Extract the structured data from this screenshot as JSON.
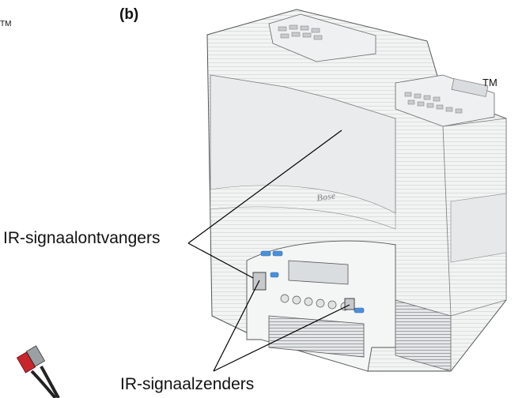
{
  "figure_label": "(b)",
  "trademark_left": "TM",
  "trademark_right": "TM",
  "callouts": {
    "receivers": "IR-signaalontvangers",
    "transmitters": "IR-signaalzenders"
  },
  "colors": {
    "body": "#f1f2f2",
    "shade": "#dcdedf",
    "line": "#2a2a2a",
    "button_blue": "#4a90d9",
    "display": "#d9dde0",
    "cable_red": "#c8262c"
  },
  "icons": [
    "stereo-unit-illustration",
    "rca-cable-icon",
    "brand-logo"
  ]
}
